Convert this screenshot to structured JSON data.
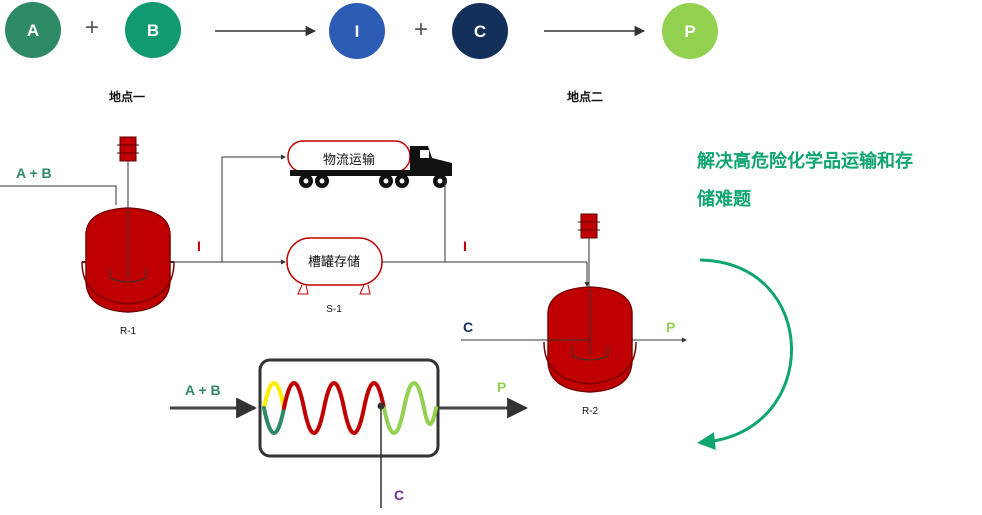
{
  "reaction": {
    "a": "A",
    "b": "B",
    "i": "I",
    "c": "C",
    "p": "P",
    "plus_1": "+",
    "plus_2": "+"
  },
  "sites": {
    "site_1": "地点一",
    "site_2": "地点二"
  },
  "process": {
    "feed_ab": "A + B",
    "stream_i_1": "I",
    "stream_i_2": "I",
    "truck_label": "物流运输",
    "tank_label": "槽罐存储",
    "tank_id": "S-1",
    "reactor_1_id": "R-1",
    "reactor_2_id": "R-2",
    "feed_c": "C",
    "product_p": "P"
  },
  "flow": {
    "feed_ab": "A + B",
    "product_p": "P",
    "feed_c": "C"
  },
  "headline": {
    "line_1": "解决高危险化学品运输和存",
    "line_2": "储难题"
  },
  "colors": {
    "a": "#2e8a65",
    "b": "#119a72",
    "i": "#2b5bb3",
    "c": "#13305a",
    "p": "#92d050",
    "reactor": "#c00000",
    "green": "#0ea56f",
    "yellow": "#ffee00",
    "purple": "#7030a0"
  }
}
